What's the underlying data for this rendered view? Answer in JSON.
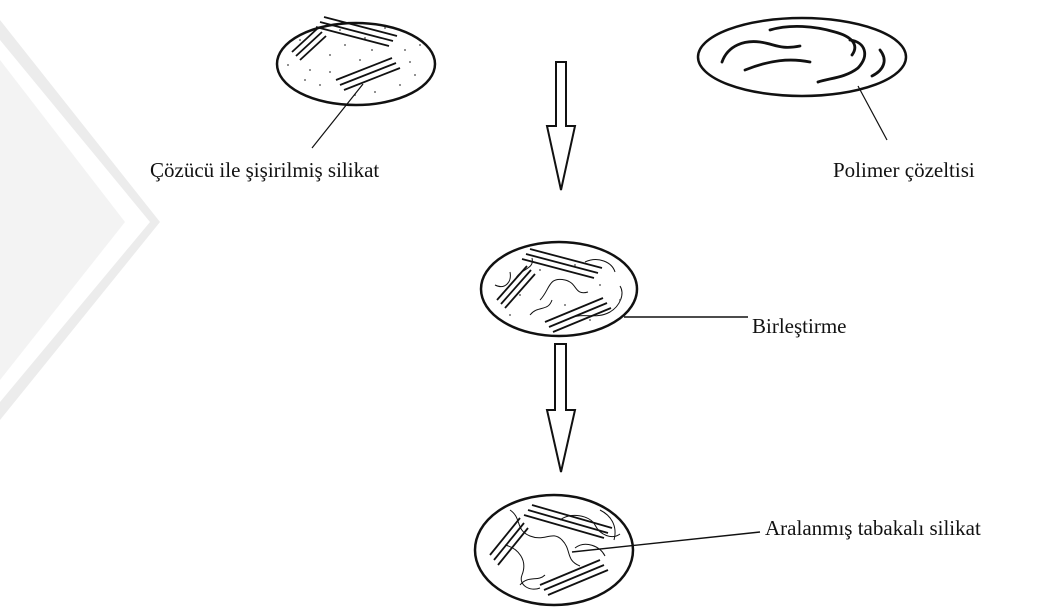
{
  "labels": {
    "swollen_silicate": "Çözücü ile şişirilmiş silikat",
    "polymer_solution": "Polimer çözeltisi",
    "combining": "Birleştirme",
    "spaced_layered_silicate": "Aralanmış tabakalı silikat"
  },
  "colors": {
    "ink": "#111111",
    "watermark": "#ececec",
    "background": "#ffffff"
  }
}
